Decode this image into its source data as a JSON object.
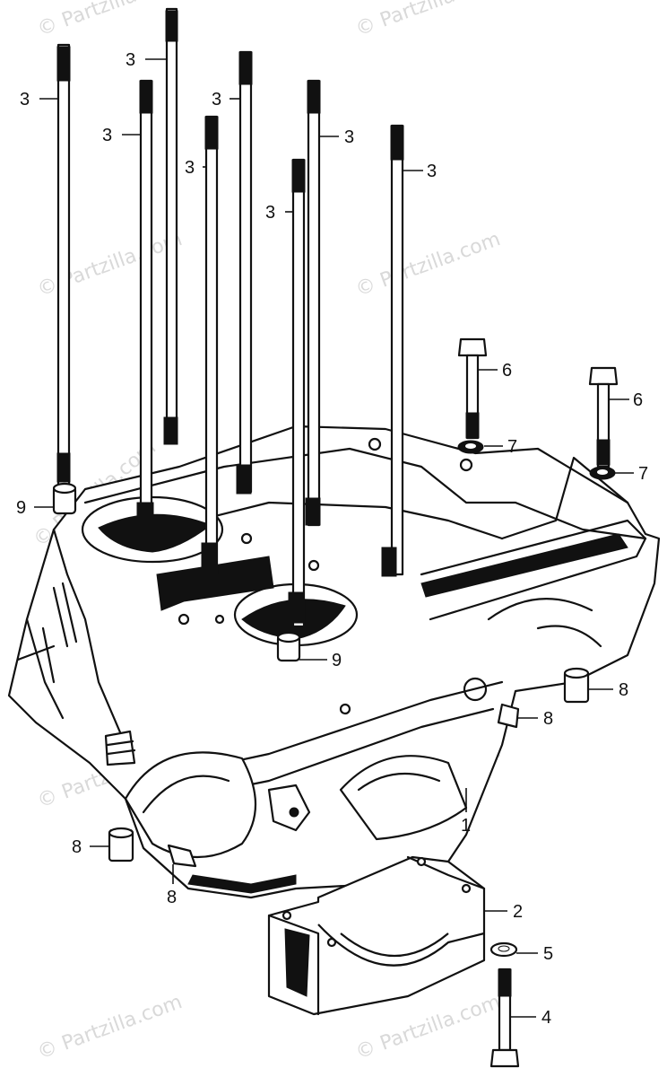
{
  "watermark": "© Partzilla.com",
  "callouts": {
    "stud": "3",
    "crankcase": "1",
    "bearing_cap": "2",
    "bolt_long": "4",
    "washer_small": "5",
    "bolt_upper": "6",
    "washer_upper": "7",
    "dowel": "8",
    "ring_dowel": "9"
  },
  "colors": {
    "ink": "#111111",
    "paper": "#ffffff",
    "watermark": "#d9d9d9"
  }
}
